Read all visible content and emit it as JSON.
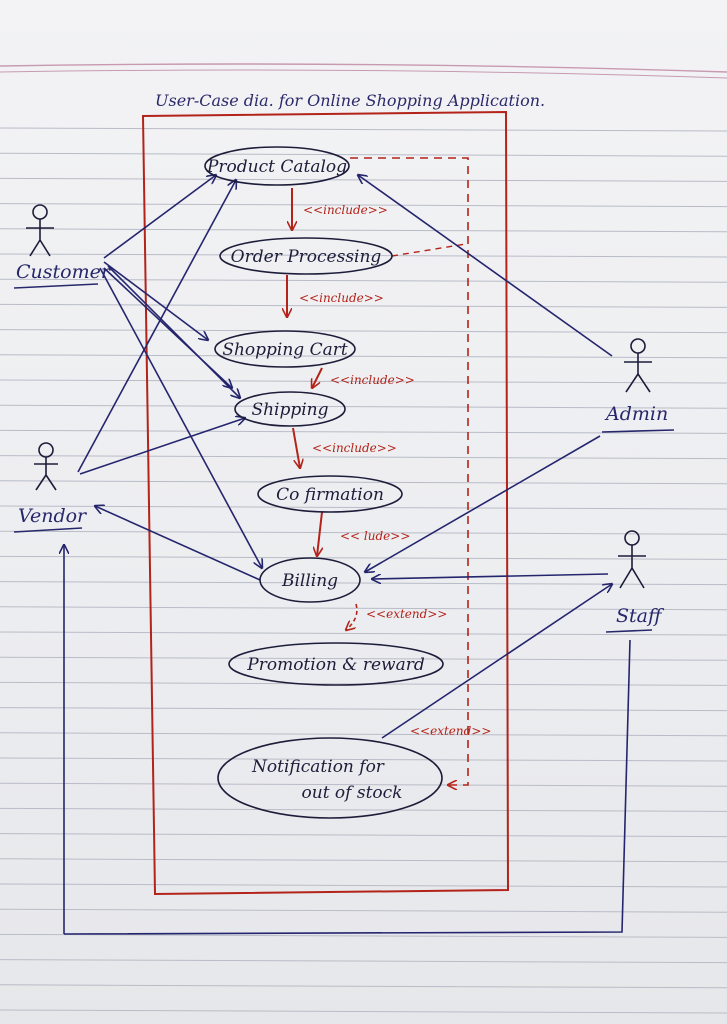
{
  "title": "User-Case dia. for Online Shopping Application.",
  "actors": {
    "customer": "Customer",
    "vendor": "Vendor",
    "admin": "Admin",
    "staff": "Staff"
  },
  "use_cases": {
    "product_catalog": "Product Catalog",
    "order_processing": "Order Processing",
    "shopping_cart": "Shopping Cart",
    "shipping": "Shipping",
    "confirmation": "Co firmation",
    "billing": "Billing",
    "promotion": "Promotion & reward",
    "notification_line1": "Notification for",
    "notification_line2": "out of stock"
  },
  "relations": {
    "include1": "<<include>>",
    "include2": "<<include>>",
    "include3": "<<include>>",
    "include4": "<<include>>",
    "include5": "<< lude>>",
    "extend1": "<<extend>>",
    "extend2": "<<extend>>"
  },
  "colors": {
    "ink_blue": "#25256e",
    "ink_red": "#b3231a",
    "ruled_line": "#b9bcc7",
    "margin_line": "#c79ab0"
  }
}
